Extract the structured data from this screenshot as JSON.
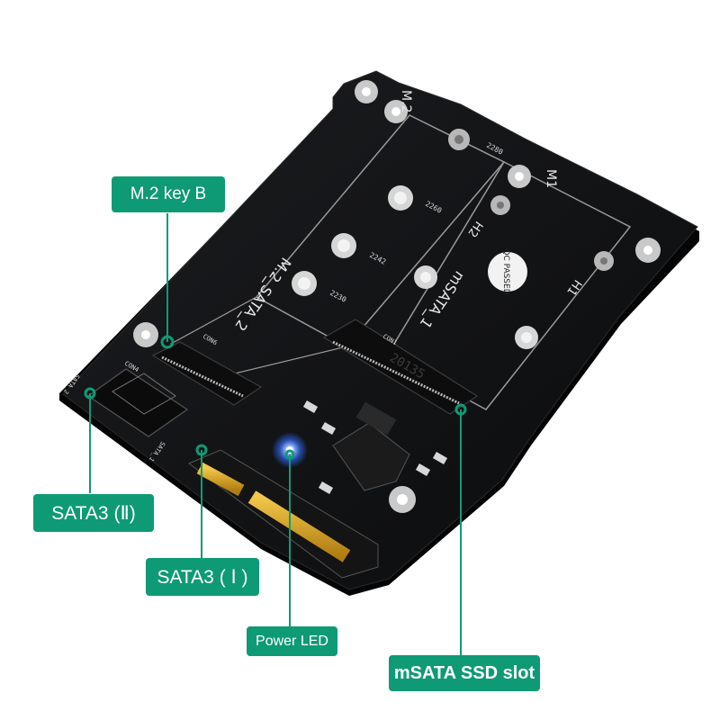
{
  "callouts": {
    "m2_key_b": "M.2 key B",
    "sata3_ii": "SATA3 (Ⅱ)",
    "sata3_i": "SATA3 ( Ⅰ )",
    "power_led": "Power LED",
    "msata_slot": "mSATA SSD slot"
  },
  "board_silkscreen": {
    "m2": "M.2",
    "m1": "M1",
    "m2_sata_2": "M.2_SATA_2",
    "msata_1": "mSATA_1",
    "h1": "H1",
    "h2": "H2",
    "qc_badge": "QC PASSED",
    "len_2280": "2280",
    "len_2260": "2260",
    "len_2242": "2242",
    "len_2230": "2230",
    "con6": "CON6",
    "con4": "CON4",
    "con1": "CON1",
    "sata_2": "SATA_2",
    "sata_1": "SATA_1",
    "date_code": "20135"
  },
  "colors": {
    "callout_bg": "#0f9a76",
    "board": "#111214",
    "led": "#2f6bff",
    "gold": "#d8a623"
  }
}
